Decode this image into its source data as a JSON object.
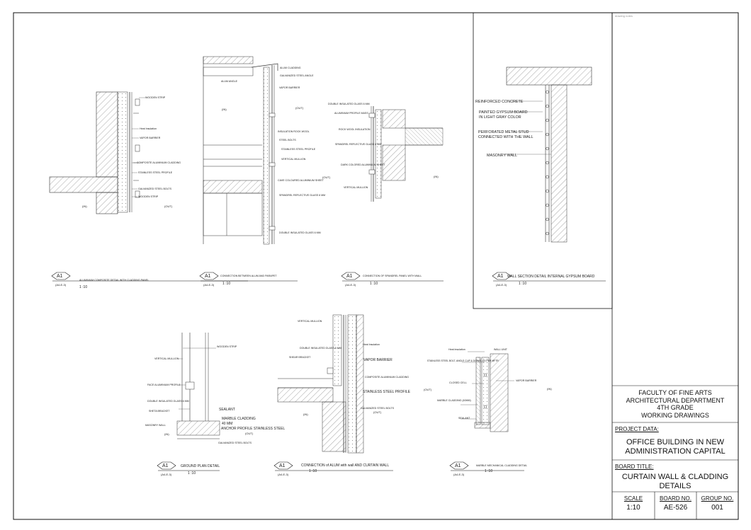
{
  "titleblock": {
    "corner_note": "drawing notes",
    "faculty_lines": [
      "FACULTY OF FINE ARTS",
      "ARCHITECTURAL DEPARTMENT",
      "4TH GRADE",
      "WORKING DRAWINGS"
    ],
    "project_data_label": "PROJECT DATA:",
    "project_lines": [
      "OFFICE BUILDING IN NEW",
      "ADMINISTRATION CAPITAL"
    ],
    "board_title_label": "BOARD TITLE:",
    "board_title_lines": [
      "CURTAIN WALL & CLADDING",
      "DETAILS"
    ],
    "scale_label": "SCALE",
    "scale_value": "1:10",
    "board_no_label": "BOARD NO.",
    "board_no_value": "AE-526",
    "group_no_label": "GROUP NO.",
    "group_no_value": "001"
  },
  "details": [
    {
      "tag": "A1",
      "ref": "(A4-E-3)",
      "title": "ALUMINIUM COMPOSITE DETAIL WITH CLADDING PANEL",
      "scale": "1 :10",
      "labels": [
        "WOODEN STRIP",
        "Heat Insulation",
        "VAPOR BARRIER",
        "COMPOSITE ALUMINIUM CLADDING",
        "STAINLESS STEEL PROFILE",
        "GALVANIZED STEEL BOLTS",
        "WOODEN STRIP"
      ],
      "side_left": "(IN)",
      "side_right": "(OUT)"
    },
    {
      "tag": "A1",
      "ref": "(A4-E-3)",
      "title": "CONNECTION BETWEEN ALUM AND PARAPET",
      "scale": "1 :10",
      "labels": [
        "ALUM CLADDING",
        "GALVANIZED STEEL ANGLE",
        "ALUM ANGLE",
        "VAPOR BARRIER",
        "INSULATION ROCK WOOL",
        "STEEL BOLTS",
        "STAINLESS STEEL PROFILE",
        "VERTICAL MULLION",
        "CAVE COLOURED ALUMINIUM SHEET",
        "SPANDREL REFLECTIVE GLASS 6 MM",
        "DOUBLE INSULATED GLASS 6 MM"
      ],
      "side_left": "(IN)",
      "side_right": "(OUT)"
    },
    {
      "tag": "A1",
      "ref": "(A4-E-3)",
      "title": "CONNECTION OF SPANDREL PANEL WITH WALL",
      "scale": "1 :10",
      "labels": [
        "DOUBLE INSULATED GLASS 6 MM",
        "ALUMINIUM PROFILE MASS",
        "ROCK WOOL INSULATION",
        "SPANDREL REFLECTIVE GLASS 6 MM",
        "DARK COLORED ALUMINIUM SHEET",
        "VERTICAL MULLION"
      ],
      "side_left": "(OUT)",
      "side_right": "(IN)"
    },
    {
      "tag": "A1",
      "ref": "(A4-E-3)",
      "title": "WALL SECTION DETAIL INTERNAL GYPSUM BOARD",
      "scale": "1 :10",
      "labels": [
        "REINFORCED CONCRETE",
        "PAINTED GYPSUM BOARD",
        "IN LIGHT GRAY COLOR",
        "PERFORATED METAL STUD",
        "CONNECTED WITH THE WALL",
        "MASONRY WALL"
      ]
    },
    {
      "tag": "A1",
      "ref": "(A4-E-3)",
      "title": "GROUND PLAN DETAIL",
      "scale": "1 :10",
      "labels": [
        "WOODEN STRIP",
        "VERTICAL MULLION",
        "FACE ALUMINIUM PROFILE",
        "DOUBLE INSULATED GLASS 6 MM",
        "SHETA BRACKET",
        "SEALANT",
        "MARBLE CLADDING",
        "40 MM",
        "ANCHOR PROFILE STAINLESS STEEL",
        "(OUT)",
        "MASONRY WALL",
        "(IN)",
        "GALVANIZED STEEL BOLTS"
      ]
    },
    {
      "tag": "A1",
      "ref": "(A4-E-3)",
      "title": "CONNECTION of ALUM with wall AND CURTAIN WALL",
      "scale": "1 :10",
      "labels": [
        "VERTICAL MULLION",
        "Heat Insulation",
        "DOUBLE INSULATED GLASS 6 MM",
        "SHEAR BRACKET",
        "VAPOR BARRIER",
        "COMPOSITE ALUMINIUM CLADDING",
        "STAINLESS STEEL PROFILE",
        "GALVANIZED STEEL BOLTS"
      ],
      "side_left": "(IN)",
      "side_right": "(OUT)"
    },
    {
      "tag": "A1",
      "ref": "(A4-E-3)",
      "title": "MARBLE MECHANICAL CLADDING DETAIL",
      "scale": "1 :10",
      "labels": [
        "Heat insulation",
        "WALL UNIT",
        "STAINLESS STEEL BOLT, ANGLE CLIP & DOWEL AS PER MFTR",
        "CLOSED CELL",
        "VAPOR BARRIER",
        "MARBLE CLADDING (40MM)",
        "SEALANT"
      ],
      "side_left": "(OUT)",
      "side_right": "(IN)"
    }
  ]
}
